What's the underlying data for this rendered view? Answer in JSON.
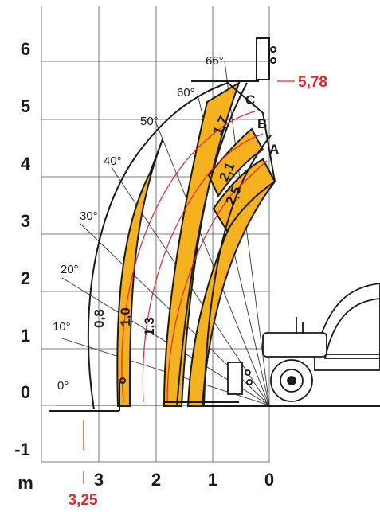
{
  "chart_data": {
    "type": "load-chart",
    "y_axis": {
      "ticks": [
        "6",
        "5",
        "4",
        "3",
        "2",
        "1",
        "0",
        "-1"
      ]
    },
    "x_axis": {
      "unit": "m",
      "ticks": [
        "3",
        "2",
        "1",
        "0"
      ]
    },
    "angles": [
      "0°",
      "10°",
      "20°",
      "30°",
      "40°",
      "50°",
      "60°",
      "66°"
    ],
    "load_zones": [
      "0,8",
      "1,0",
      "1,3",
      "2,5",
      "2,1",
      "1,7"
    ],
    "boom_positions": [
      "A",
      "B",
      "C"
    ],
    "max_height": "5,78",
    "max_reach": "3,25",
    "colors": {
      "zone_fill": "#f5b21f",
      "outline": "#1a1a1a",
      "grid": "#555555",
      "red": "#e3262b"
    }
  }
}
